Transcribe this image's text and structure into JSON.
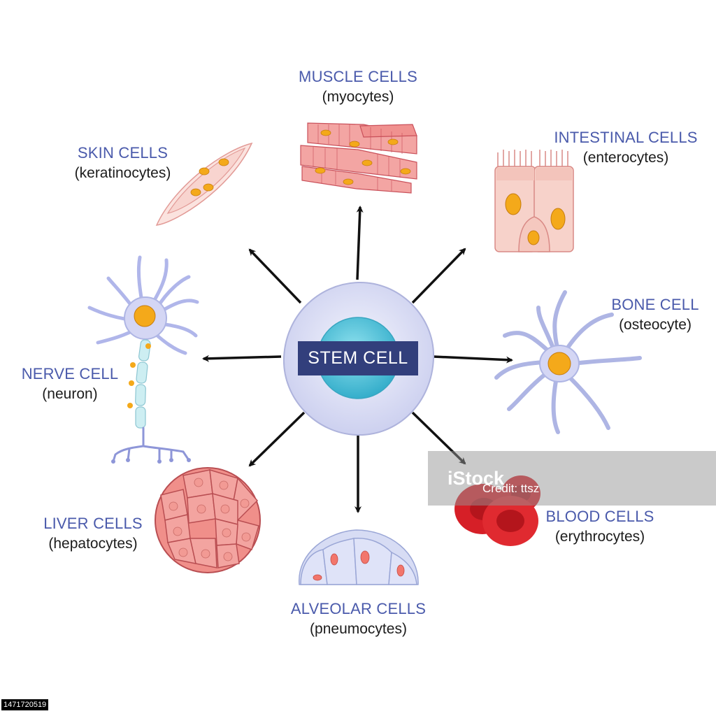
{
  "colors": {
    "label_blue": "#4a5aab",
    "stem_box": "#323f7c",
    "stem_body": "#e4e7f8",
    "stem_nucleus": "#4bc3d9",
    "pink_cell": "#f4b5ad",
    "red_cell": "#d61f27",
    "lavender_cell": "#d4d6f4",
    "nucleus_orange": "#f4a91a"
  },
  "center": {
    "label": "STEM CELL"
  },
  "cells": [
    {
      "id": "muscle",
      "name": "MUSCLE CELLS",
      "sub": "(myocytes)"
    },
    {
      "id": "intestinal",
      "name": "INTESTINAL CELLS",
      "sub": "(enterocytes)"
    },
    {
      "id": "skin",
      "name": "SKIN CELLS",
      "sub": "(keratinocytes)"
    },
    {
      "id": "bone",
      "name": "BONE CELL",
      "sub": "(osteocyte)"
    },
    {
      "id": "nerve",
      "name": "NERVE CELL",
      "sub": "(neuron)"
    },
    {
      "id": "liver",
      "name": "LIVER CELLS",
      "sub": "(hepatocytes)"
    },
    {
      "id": "blood",
      "name": "BLOOD CELLS",
      "sub": "(erythrocytes)"
    },
    {
      "id": "alveolar",
      "name": "ALVEOLAR CELLS",
      "sub": "(pneumocytes)"
    }
  ],
  "watermark": {
    "brand": "iStock",
    "credit": "Credit: ttsz"
  },
  "image_id": "1471720519"
}
